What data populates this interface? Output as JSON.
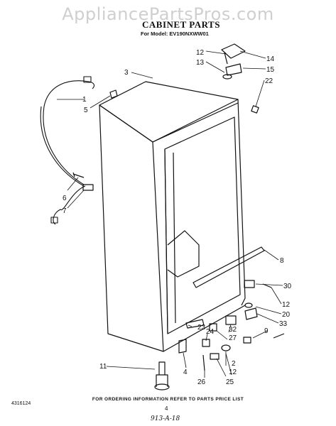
{
  "watermark": "AppliancePartsPros.com",
  "header": {
    "title": "CABINET PARTS",
    "model_line": "For Model: EV190NXWW01"
  },
  "callouts": [
    {
      "id": "c1",
      "label": "1"
    },
    {
      "id": "c5",
      "label": "5"
    },
    {
      "id": "c3",
      "label": "3"
    },
    {
      "id": "c12a",
      "label": "12"
    },
    {
      "id": "c13",
      "label": "13"
    },
    {
      "id": "c14",
      "label": "14"
    },
    {
      "id": "c15",
      "label": "15"
    },
    {
      "id": "c22",
      "label": "22"
    },
    {
      "id": "c6",
      "label": "6"
    },
    {
      "id": "c7",
      "label": "7"
    },
    {
      "id": "c8",
      "label": "8"
    },
    {
      "id": "c30",
      "label": "30"
    },
    {
      "id": "c12b",
      "label": "12"
    },
    {
      "id": "c20",
      "label": "20"
    },
    {
      "id": "c33",
      "label": "33"
    },
    {
      "id": "c9",
      "label": "9"
    },
    {
      "id": "c32",
      "label": "32"
    },
    {
      "id": "c27",
      "label": "27"
    },
    {
      "id": "c23",
      "label": "23"
    },
    {
      "id": "c24",
      "label": "24"
    },
    {
      "id": "c2",
      "label": "2"
    },
    {
      "id": "c12c",
      "label": "12"
    },
    {
      "id": "c25",
      "label": "25"
    },
    {
      "id": "c11",
      "label": "11"
    },
    {
      "id": "c4",
      "label": "4"
    },
    {
      "id": "c26",
      "label": "26"
    }
  ],
  "footer": {
    "part_number": "4316124",
    "ordering_note": "FOR ORDERING INFORMATION REFER TO PARTS PRICE LIST",
    "page_number": "4",
    "handwritten_mark": "913-A-18"
  }
}
